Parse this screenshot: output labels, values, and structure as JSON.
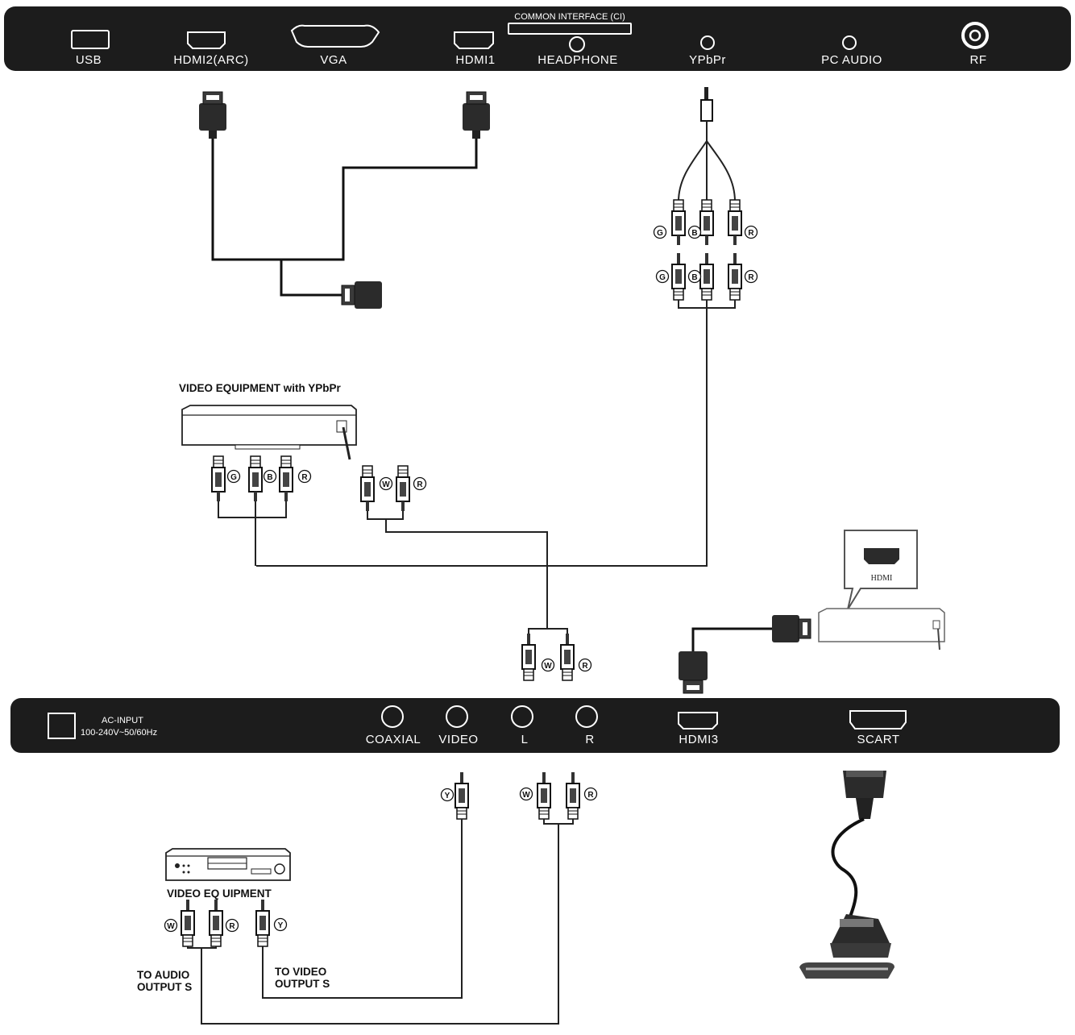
{
  "top_panel": {
    "ports": {
      "usb": "USB",
      "hdmi2": "HDMI2(ARC)",
      "vga": "VGA",
      "hdmi1": "HDMI1",
      "ci": "COMMON INTERFACE (CI)",
      "headphone": "HEADPHONE",
      "ypbpr": "YPbPr",
      "pc_audio": "PC AUDIO",
      "rf": "RF"
    }
  },
  "bottom_panel": {
    "ac_title": "AC-INPUT",
    "ac_spec": "100-240V~50/60Hz",
    "ports": {
      "coaxial": "COAXIAL",
      "video": "VIDEO",
      "l": "L",
      "r": "R",
      "hdmi3": "HDMI3",
      "scart": "SCART"
    }
  },
  "devices": {
    "ypbpr_equipment": "VIDEO EQUIPMENT with YPbPr",
    "video_equipment": "VIDEO EQ UIPMENT",
    "hdmi_callout": "HDMI"
  },
  "captions": {
    "audio_out_1": "TO AUDIO",
    "audio_out_2": "OUTPUT S",
    "video_out_1": "TO VIDEO",
    "video_out_2": "OUTPUT S"
  },
  "badges": {
    "g": "G",
    "b": "B",
    "r": "R",
    "w": "W",
    "y": "Y"
  }
}
